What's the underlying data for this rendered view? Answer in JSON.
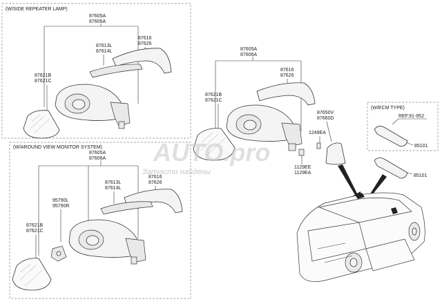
{
  "boxes": {
    "side_repeater": "(W/SIDE REPEATER LAMP)",
    "around_view": "(W/AROUND VIEW MONITOR SYSTEM)",
    "ecm": "(W/ECM TYPE)"
  },
  "labels": {
    "a_87605A": "87605A",
    "a_87606A": "87606A",
    "a_87616": "87616",
    "a_87626": "87626",
    "a_87613L": "87613L",
    "a_87614L": "87614L",
    "a_87621B": "87621B",
    "a_87621C": "87621C",
    "b_87605A": "87605A",
    "b_87606A": "87606A",
    "b_87616": "87616",
    "b_87626": "87626",
    "b_87613L": "87613L",
    "b_87614L": "87614L",
    "b_95790L": "95790L",
    "b_95790R": "95790R",
    "b_87621B": "87621B",
    "b_87621C": "87621C",
    "c_87605A": "87605A",
    "c_87606A": "87606A",
    "c_87616": "87616",
    "c_87626": "87626",
    "c_87621B": "87621B",
    "c_87621C": "87621C",
    "c_87650V": "87650V",
    "c_87660D": "87660D",
    "c_1249EA": "1249EA",
    "c_1129EE": "1129EE",
    "c_1129EA": "1129EA",
    "ref": "REF.91-952",
    "ecm_85101": "85101",
    "mirror_85101": "85101"
  },
  "watermark": {
    "logo": "AUTO.pro",
    "tagline": "Запчасти найдены"
  }
}
